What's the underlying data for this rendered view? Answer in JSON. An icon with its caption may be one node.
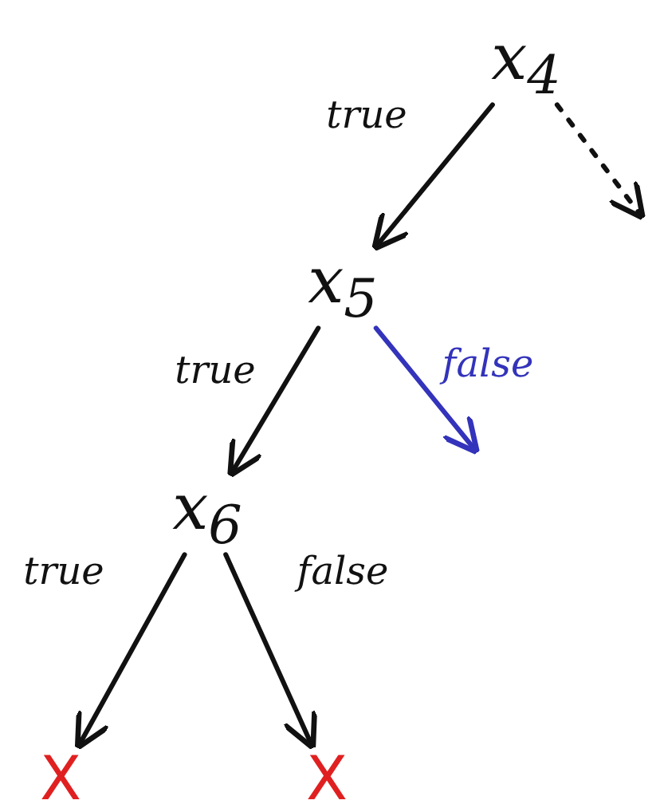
{
  "diagram": {
    "nodes": [
      {
        "text": [
          "x$_{4}$"
        ]
      },
      {
        "text": [
          "x$_{5}$"
        ]
      },
      {
        "text": [
          "x$_{6}$"
        ]
      },
      {
        "text": [
          "X"
        ]
      },
      {
        "text": [
          "X"
        ]
      }
    ],
    "edges": [
      {
        "from": 0,
        "to": 1,
        "arrow": "to",
        "label": "true"
      },
      {
        "from": 0,
        "to": null,
        "arrow": "to",
        "style": "dashed"
      },
      {
        "from": 1,
        "to": 2,
        "arrow": "to",
        "label": "true"
      },
      {
        "from": 1,
        "to": null,
        "arrow": "to",
        "label": "false",
        "color": "#3333bb"
      },
      {
        "from": 2,
        "to": 3,
        "arrow": "to",
        "label": "true"
      },
      {
        "from": 2,
        "to": 4,
        "arrow": "to",
        "label": "false"
      }
    ]
  }
}
